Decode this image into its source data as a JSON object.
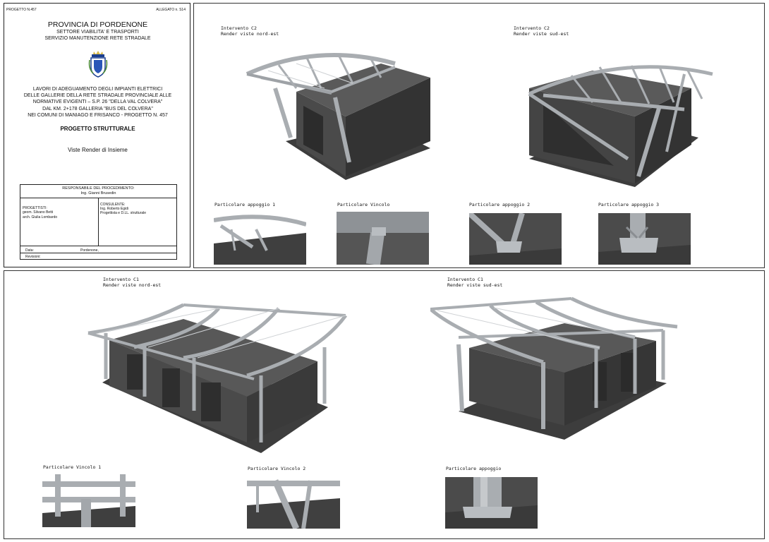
{
  "title_block": {
    "project_code": "PROGETTO N.457",
    "attachment": "ALLEGATO n. S14",
    "province": "PROVINCIA DI PORDENONE",
    "sector_line1": "SETTORE VIABILITA' E TRASPORTI",
    "sector_line2": "SERVIZIO MANUTENZIONE RETE STRADALE",
    "works_lines": [
      "LAVORI DI ADEGUAMENTO DEGLI IMPIANTI ELETTRICI",
      "DELLE GALLERIE DELLA RETE STRADALE PROVINCIALE ALLE",
      "NORMATIVE EVIGENTI – S.P. 26 \"DELLA VAL COLVERA\"",
      "DAL KM. 2+178 GALLERIA \"BUS DEL COLVERA\"",
      "NEI COMUNI DI MANIAGO E FRISANCO - PROGETTO N. 457"
    ],
    "project_type": "PROGETTO STRUTTURALE",
    "views_title": "Viste Render di Insieme",
    "responsible_label": "RESPONSABILE DEL PROCEDIMENTO:",
    "responsible_name": "Ing. Gianni Brusedin",
    "designers_label": "PROGETTISTI:",
    "designer1": "geom. Silvano Betti",
    "designer2": "arch. Giulia Lombardo",
    "consultant_label": "CONSULENTE:",
    "consultant1": "Ing. Roberto Egidi",
    "consultant2": "Progettista e D.LL. strutturale",
    "date_label": "Data:",
    "date_value": "Pordenone,",
    "revised_label": "Revisioni:"
  },
  "captions": {
    "c2_ne": [
      "Intervento C2",
      "Render viste nord-est"
    ],
    "c2_se": [
      "Intervento C2",
      "Render viste sud-est"
    ],
    "c2_d1": "Particolare appoggio 1",
    "c2_d2": "Particolare Vincolo",
    "c2_d3": "Particolare appoggio 2",
    "c2_d4": "Particolare appoggio 3",
    "c1_ne": [
      "Intervento C1",
      "Render viste nord-est"
    ],
    "c1_se": [
      "Intervento C1",
      "Render viste sud-est"
    ],
    "c1_d1": "Particolare Vincolo 1",
    "c1_d2": "Particolare Vincolo 2",
    "c1_d3": "Particolare appoggio"
  },
  "colors": {
    "concrete": "#4a4a4a",
    "concrete_dark": "#3a3a3a",
    "steel": "#b8bcc0",
    "steel_dark": "#8a8e92"
  }
}
